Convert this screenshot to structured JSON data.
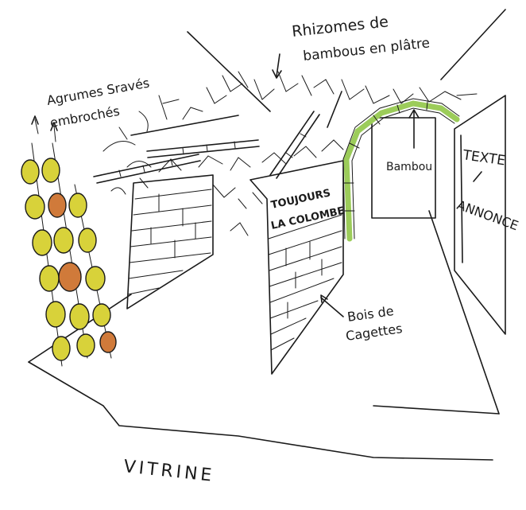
{
  "labels": {
    "rhizomes_line1": "Rhizomes de",
    "rhizomes_line2": "bambous en plâtre",
    "agrumes_line1": "Agrumes Sravés",
    "agrumes_line2": "embrochés",
    "bambou": "Bambou",
    "texte": "TEXTE",
    "annonce": "ANNONCE",
    "sign_line1": "TOUJOURS",
    "sign_line2": "LA COLOMBE",
    "bois_line1": "Bois de",
    "bois_line2": "Cagettes",
    "vitrine": "VITRINE"
  },
  "colors": {
    "ink": "#1a1a1a",
    "citrus_yellow": "#d8d23a",
    "citrus_orange": "#d07a3a",
    "bamboo_green": "#9ccc5a"
  }
}
